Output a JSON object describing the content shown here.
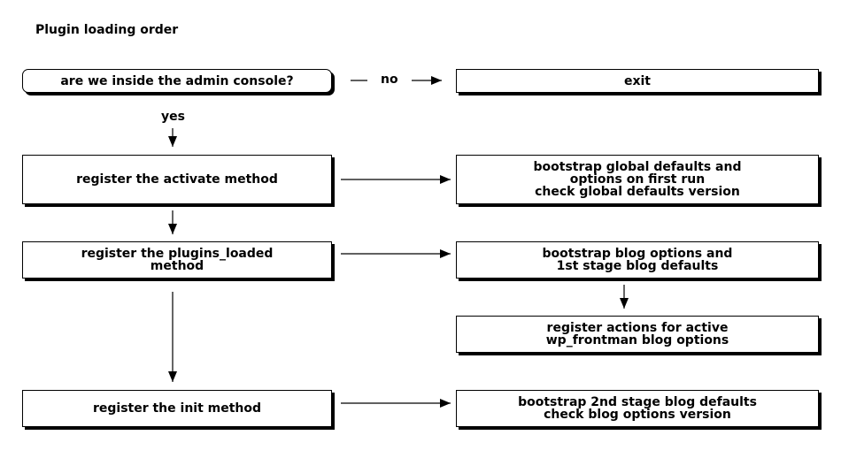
{
  "title": "Plugin loading order",
  "nodes": {
    "admin_check": "are we inside the admin console?",
    "exit": "exit",
    "activate": "register the activate method",
    "global_defaults": "bootstrap global defaults and\noptions on first run\ncheck global defaults version",
    "plugins_loaded": "register the plugins_loaded\nmethod",
    "blog_options": "bootstrap blog options and\n1st stage blog defaults",
    "actions": "register actions for active\nwp_frontman blog options",
    "init": "register the init method",
    "stage2": "bootstrap 2nd stage blog defaults\ncheck blog options version"
  },
  "edge_labels": {
    "no": "no",
    "yes": "yes"
  }
}
